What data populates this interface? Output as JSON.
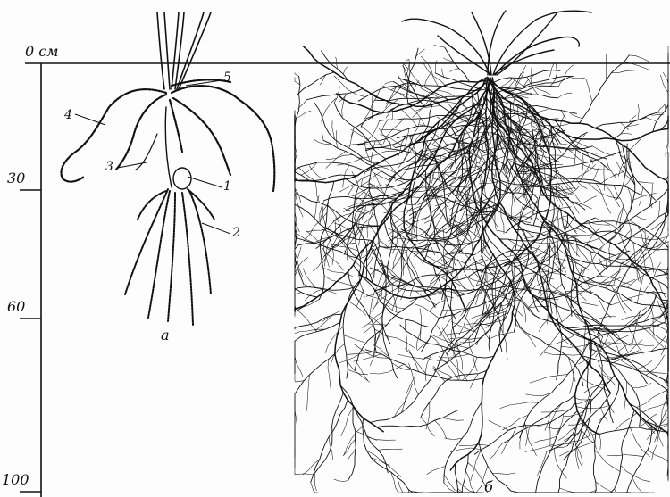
{
  "scale": {
    "ticks": [
      "0 см",
      "30",
      "60",
      "100"
    ]
  },
  "plants": {
    "a": {
      "label": "а",
      "parts": [
        "1",
        "2",
        "3",
        "4",
        "5"
      ]
    },
    "b": {
      "label": "б"
    }
  }
}
